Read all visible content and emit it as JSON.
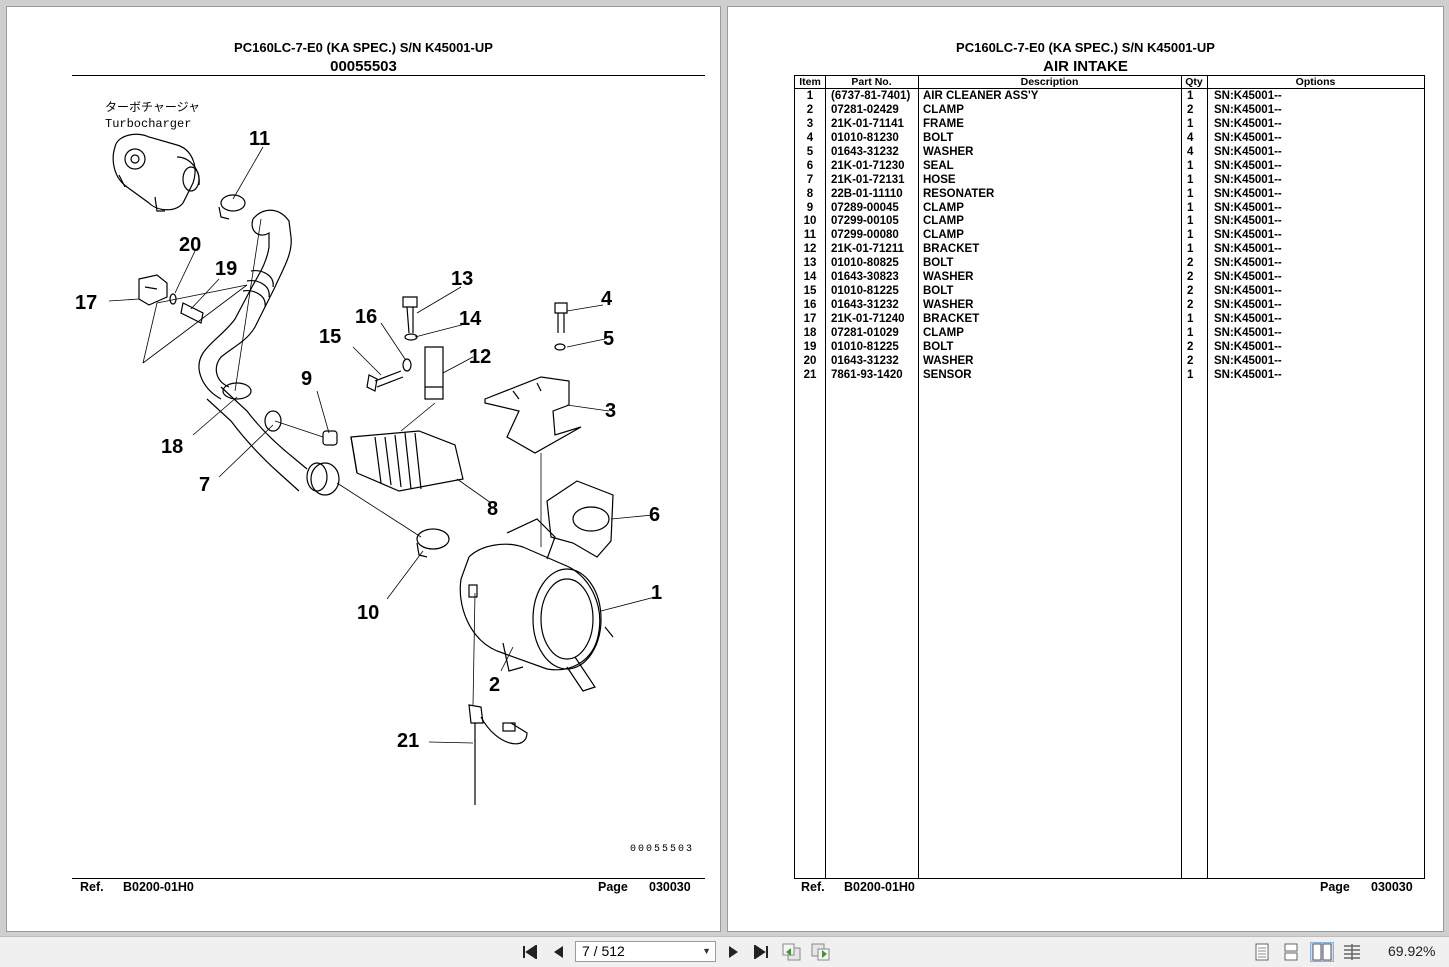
{
  "left_page": {
    "title": "PC160LC-7-E0 (KA SPEC.) S/N K45001-UP",
    "subtitle": "00055503",
    "callouts": [
      "11",
      "20",
      "19",
      "17",
      "13",
      "16",
      "14",
      "15",
      "12",
      "4",
      "5",
      "9",
      "3",
      "18",
      "7",
      "8",
      "6",
      "1",
      "10",
      "2",
      "21"
    ],
    "turbo_jp": "ターボチャージャ",
    "turbo_en": "Turbocharger",
    "drawing_no": "00055503",
    "ref_label": "Ref.",
    "ref_value": "B0200-01H0",
    "page_label": "Page",
    "page_value": "030030"
  },
  "right_page": {
    "title": "PC160LC-7-E0 (KA SPEC.) S/N K45001-UP",
    "subtitle": "AIR INTAKE",
    "columns": [
      "Item",
      "Part No.",
      "Description",
      "Qty",
      "Options"
    ],
    "rows": [
      [
        "1",
        "(6737-81-7401)",
        "AIR CLEANER ASS'Y",
        "1",
        "SN:K45001--"
      ],
      [
        "2",
        "07281-02429",
        "CLAMP",
        "2",
        "SN:K45001--"
      ],
      [
        "3",
        "21K-01-71141",
        "FRAME",
        "1",
        "SN:K45001--"
      ],
      [
        "4",
        "01010-81230",
        "BOLT",
        "4",
        "SN:K45001--"
      ],
      [
        "5",
        "01643-31232",
        "WASHER",
        "4",
        "SN:K45001--"
      ],
      [
        "6",
        "21K-01-71230",
        "SEAL",
        "1",
        "SN:K45001--"
      ],
      [
        "7",
        "21K-01-72131",
        "HOSE",
        "1",
        "SN:K45001--"
      ],
      [
        "8",
        "22B-01-11110",
        "RESONATER",
        "1",
        "SN:K45001--"
      ],
      [
        "9",
        "07289-00045",
        "CLAMP",
        "1",
        "SN:K45001--"
      ],
      [
        "10",
        "07299-00105",
        "CLAMP",
        "1",
        "SN:K45001--"
      ],
      [
        "11",
        "07299-00080",
        "CLAMP",
        "1",
        "SN:K45001--"
      ],
      [
        "12",
        "21K-01-71211",
        "BRACKET",
        "1",
        "SN:K45001--"
      ],
      [
        "13",
        "01010-80825",
        "BOLT",
        "2",
        "SN:K45001--"
      ],
      [
        "14",
        "01643-30823",
        "WASHER",
        "2",
        "SN:K45001--"
      ],
      [
        "15",
        "01010-81225",
        "BOLT",
        "2",
        "SN:K45001--"
      ],
      [
        "16",
        "01643-31232",
        "WASHER",
        "2",
        "SN:K45001--"
      ],
      [
        "17",
        "21K-01-71240",
        "BRACKET",
        "1",
        "SN:K45001--"
      ],
      [
        "18",
        "07281-01029",
        "CLAMP",
        "1",
        "SN:K45001--"
      ],
      [
        "19",
        "01010-81225",
        "BOLT",
        "2",
        "SN:K45001--"
      ],
      [
        "20",
        "01643-31232",
        "WASHER",
        "2",
        "SN:K45001--"
      ],
      [
        "21",
        "7861-93-1420",
        "SENSOR",
        "1",
        "SN:K45001--"
      ]
    ],
    "ref_label": "Ref.",
    "ref_value": "B0200-01H0",
    "page_label": "Page",
    "page_value": "030030"
  },
  "toolbar": {
    "page_indicator": "7 / 512",
    "zoom": "69.92%",
    "icons": [
      "first-page-icon",
      "prev-page-icon",
      "next-page-icon",
      "last-page-icon",
      "prev-view-icon",
      "next-view-icon",
      "single-page-icon",
      "continuous-icon",
      "two-page-icon",
      "two-page-continuous-icon"
    ]
  }
}
